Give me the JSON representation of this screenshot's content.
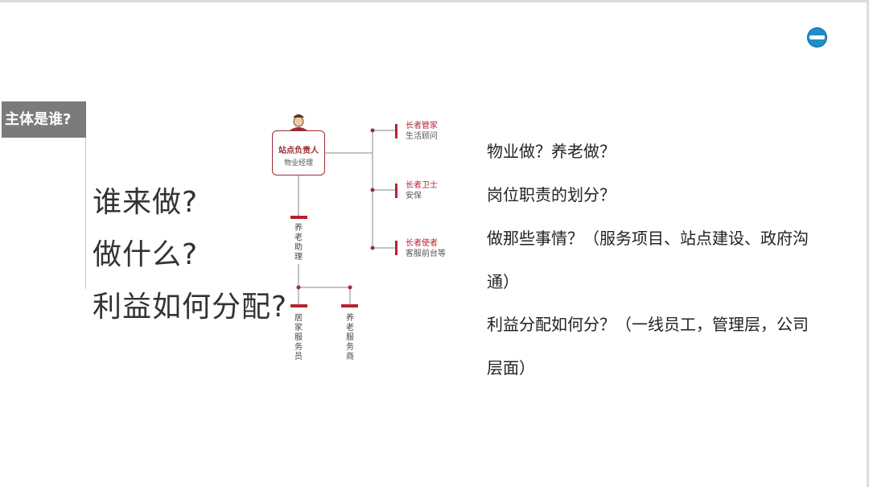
{
  "slide": {
    "tag": "主体是谁?",
    "questions": [
      "谁来做?",
      "做什么?",
      "利益如何分配?"
    ]
  },
  "org": {
    "head": {
      "title": "站点负责人",
      "subtitle": "物业经理"
    },
    "roles": [
      {
        "title": "长者管家",
        "subtitle": "生活顾问"
      },
      {
        "title": "长者卫士",
        "subtitle": "安保"
      },
      {
        "title": "长者使者",
        "subtitle": "客服前台等"
      }
    ],
    "assistant": "养老助理",
    "subordinates": [
      "居家服务员",
      "养老服务商"
    ]
  },
  "right_text": {
    "lines": [
      "物业做？养老做？",
      "岗位职责的划分？",
      "做那些事情？（服务项目、站点建设、政府沟",
      "通）",
      "利益分配如何分？（一线员工，管理层，公司",
      "层面）"
    ]
  },
  "colors": {
    "accent": "#b3232f",
    "tag_bg": "#7b7b7b",
    "logo": "#1e8fc8"
  }
}
